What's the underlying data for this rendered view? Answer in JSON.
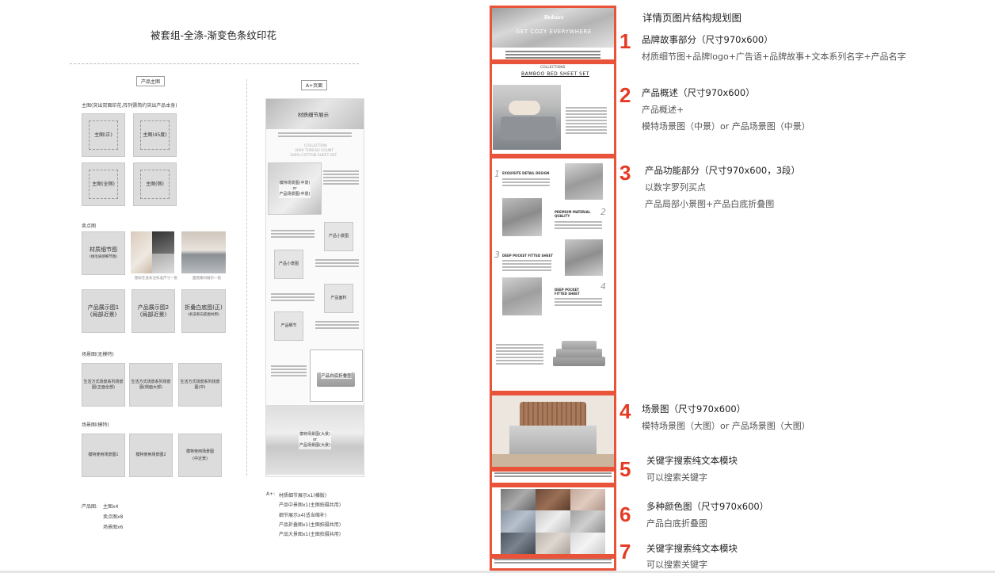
{
  "left": {
    "title": "被套组-全涤-渐变色条纹印花",
    "main_image_tag": "产品主图",
    "aplus_tag": "A+页面",
    "main_image_desc": "主图(突出双面印花,阵列需简约突出产品本身)",
    "main_boxes": [
      "主图(正)",
      "主图(45度)",
      "主图(全侧)",
      "主图(侧)"
    ],
    "selling_points_label": "卖点图",
    "sp_material": "材质细节图",
    "sp_material_sub": "(绒毛质感细节图)",
    "sp_cap1": "图标在此标注标准尺寸一张",
    "sp_cap2": "面图素材展示一张",
    "sp_display1": "产品展示图1\n(局部近景)",
    "sp_display2": "产品展示图2\n(局部近景)",
    "sp_fold": "折叠白底图(正)",
    "sp_fold_sub": "(机洗和白底图共用)",
    "scene_nomodel_label": "场景图(无模特)",
    "scene_nomodel": [
      "生活方式场景系列场景图(正面全部)",
      "生活方式场景系列场景图(侧面大部)",
      "生活方式场景系列场景图(中)"
    ],
    "scene_model_label": "场景图(模特)",
    "scene_model": [
      "模特使用场景图1",
      "模特使用场景图2",
      "模特使用场景图\n(中近景)"
    ],
    "summary_label": "产品图:",
    "summary_lines": [
      "主图x4",
      "卖点图x8",
      "场景图x6"
    ],
    "aplus_col": {
      "header_text": "材质细节展示",
      "collection": "COLLECTION",
      "collection_sub": "3000 THREAD COUNT",
      "collection_sub2": "100% COTTON SHEET SET",
      "model_scene": "模特场景图(中景)\nor\n产品场景图(中景)",
      "small_1": "产品小景图",
      "small_2": "产品小景图",
      "small_3": "产品面料",
      "small_4": "产品细节",
      "fold_white": "产品白底折叠图",
      "big_scene": "模特场景图(大景)\nor\n产品场景图(大景)",
      "summary_label": "A+:",
      "summary_lines": [
        "材质细节展示x1(横版)",
        "产品中景图x1(主图拍摄共用)",
        "细节展示x4(适当缩补)",
        "产品折叠图x1(主图拍摄共用)",
        "产品大景图x1(主图拍摄共用)"
      ]
    }
  },
  "right": {
    "title": "详情页图片结构规划图",
    "brand_name": "Bedsure",
    "hero_slogan": "GET COZY EVERYWHERE",
    "collections_label": "COLLECTIONS",
    "collections_title": "BAMBOO BED SHEET SET",
    "feature_1": "EXQUISITE DETAIL DESIGN",
    "feature_2": "PREMIUM MATERIAL QUALITY",
    "feature_3": "DEEP POCKET FITTED SHEET",
    "feature_4": "DEEP POCKET FITTED SHEET",
    "sections": [
      {
        "num": "1",
        "head": "品牌故事部分（尺寸970x600）",
        "lines": [
          "材质细节图+品牌logo+广告语+品牌故事+文本系列名字+产品名字"
        ]
      },
      {
        "num": "2",
        "head": "产品概述（尺寸970x600）",
        "lines": [
          "产品概述+",
          "模特场景图（中景）or 产品场景图（中景）"
        ]
      },
      {
        "num": "3",
        "head": "产品功能部分（尺寸970x600，3段）",
        "lines": [
          "以数字罗列买点",
          "产品局部小景图+产品白底折叠图"
        ]
      },
      {
        "num": "4",
        "head": "场景图（尺寸970x600）",
        "lines": [
          "模特场景图（大图）or 产品场景图（大图）"
        ]
      },
      {
        "num": "5",
        "head": "关键字搜索纯文本模块",
        "lines": [
          "可以搜索关键字"
        ]
      },
      {
        "num": "6",
        "head": "多种颜色图（尺寸970x600）",
        "lines": [
          "产品白底折叠图"
        ]
      },
      {
        "num": "7",
        "head": "关键字搜索纯文本模块",
        "lines": [
          "可以搜索关键字"
        ]
      }
    ]
  },
  "colors": {
    "accent_red": "#e63b22",
    "box_red": "#e8533a",
    "placeholder_gray": "#dcdcdc"
  }
}
